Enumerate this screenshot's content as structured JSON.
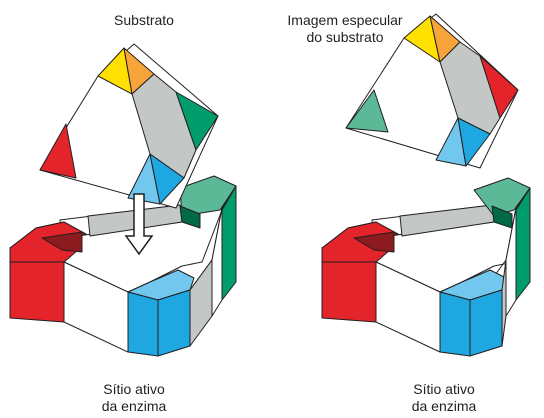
{
  "labels": {
    "left_top": "Substrato",
    "right_top": "Imagem especular\ndo substrato",
    "left_bottom": "Sítio ativo\nda enzima",
    "right_bottom": "Sítio ativo\nda enzima"
  },
  "colors": {
    "red": "#e3242b",
    "dark_red": "#8b1b1f",
    "yellow": "#ffe000",
    "orange": "#f7a43a",
    "grey": "#c3c7c6",
    "green": "#009c6b",
    "light_green": "#5cb997",
    "blue": "#1ea7e1",
    "light_blue": "#72c7ee",
    "outline": "#231f20"
  }
}
